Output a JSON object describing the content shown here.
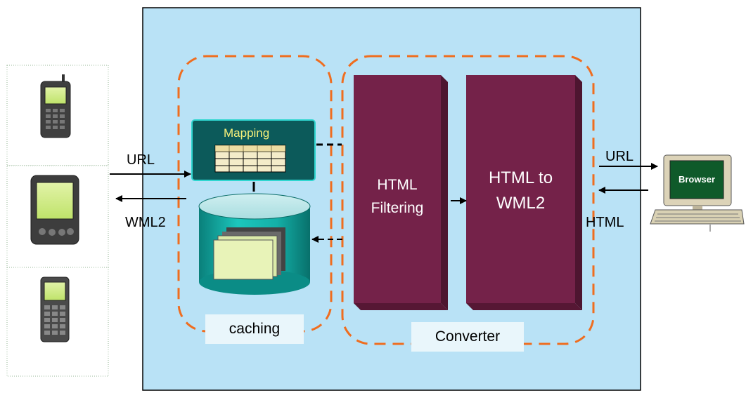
{
  "blocks": {
    "mapping_title": "Mapping",
    "filtering_line1": "HTML",
    "filtering_line2": "Filtering",
    "convert_line1": "HTML to",
    "convert_line2": "WML2"
  },
  "groups": {
    "caching_label": "caching",
    "converter_label": "Converter"
  },
  "arrows": {
    "url_left": "URL",
    "wml2_left": "WML2",
    "url_right": "URL",
    "html_right": "HTML"
  },
  "devices": {
    "browser_label": "Browser"
  },
  "colors": {
    "proxy_background": "#b9e2f6",
    "group_dash": "#ef6d1f",
    "converter_blocks": "#742249",
    "mapping_block": "#0c5a5a",
    "database": "#14b8b0"
  }
}
